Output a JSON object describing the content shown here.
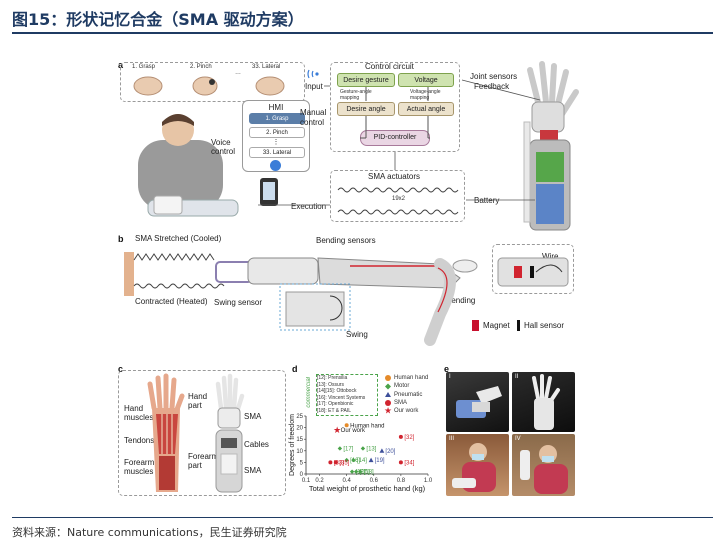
{
  "title": "图15：形状记忆合金（SMA 驱动方案）",
  "source": "资料来源：Nature communications，民生证券研究院",
  "panel_a": {
    "letter": "a",
    "gestures": [
      "1. Grasp",
      "2. Pinch",
      "…",
      "33. Lateral"
    ],
    "hmi_title": "HMI",
    "hmi_items": [
      "1. Grasp",
      "2. Pinch",
      "⋮",
      "33. Lateral"
    ],
    "voice_control": "Voice\ncontrol",
    "manual_control": "Manual\ncontrol",
    "input": "Input",
    "execution": "Execution",
    "control_circuit": "Control circuit",
    "desire_gesture": "Desire gesture",
    "voltage": "Voltage",
    "gesture_angle_mapping": "Gesture-angle\nmapping",
    "voltage_angle_mapping": "Voltage-angle\nmapping",
    "desire_angle": "Desire angle",
    "actual_angle": "Actual angle",
    "pid_controller": "PID-controller",
    "sma_actuators": "SMA actuators",
    "sma_count": "19x2",
    "joint_sensors": "Joint sensors",
    "feedback": "Feedback",
    "battery": "Battery"
  },
  "panel_b": {
    "letter": "b",
    "sma_stretched": "SMA Stretched (Cooled)",
    "contracted": "Contracted (Heated)",
    "bending_sensors": "Bending sensors",
    "swing_sensor": "Swing sensor",
    "swing": "Swing",
    "bending": "Bending",
    "wire": "Wire",
    "magnet": "Magnet",
    "hall_sensor": "Hall sensor"
  },
  "panel_c": {
    "letter": "c",
    "hand_muscles": "Hand\nmuscles",
    "tendons": "Tendons",
    "forearm_muscles": "Forearm\nmuscles",
    "hand_part": "Hand\npart",
    "forearm_part": "Forearm\npart",
    "sma_top": "SMA",
    "cables": "Cables",
    "sma_bottom": "SMA"
  },
  "panel_d": {
    "letter": "d",
    "commercial_label": "commercial",
    "commercial_list": [
      "[12]: Prensilia",
      "[13]: Ossurs",
      "[14][15]: Ottobock",
      "[16]: Vincent Systems",
      "[17]: Openbionic",
      "[18]: ET & PAIL"
    ],
    "legend_right": [
      "Human hand",
      "Motor",
      "Pneumatic",
      "SMA",
      "Our work"
    ]
  },
  "chart_data": {
    "type": "scatter",
    "title": "",
    "xlabel": "Total weight of prosthetic hand (kg)",
    "ylabel": "Degrees of freedom",
    "xlim": [
      0.1,
      1.0
    ],
    "ylim": [
      0,
      25
    ],
    "xticks": [
      0.1,
      0.2,
      0.4,
      0.6,
      0.8,
      1.0
    ],
    "yticks": [
      0,
      5,
      10,
      15,
      20,
      25
    ],
    "series": [
      {
        "name": "Human hand",
        "color": "#e58b2a",
        "marker": "circle",
        "points": [
          {
            "x": 0.4,
            "y": 21,
            "label": "Human hand"
          }
        ]
      },
      {
        "name": "Motor",
        "color": "#4aa34a",
        "marker": "diamond",
        "points": [
          {
            "x": 0.35,
            "y": 11,
            "label": "[17]"
          },
          {
            "x": 0.4,
            "y": 6,
            "label": "[16]"
          },
          {
            "x": 0.45,
            "y": 6,
            "label": "[14]"
          },
          {
            "x": 0.52,
            "y": 11,
            "label": "[13]"
          },
          {
            "x": 0.44,
            "y": 1,
            "label": "[12]"
          },
          {
            "x": 0.47,
            "y": 1,
            "label": "[15]"
          },
          {
            "x": 0.5,
            "y": 1,
            "label": "[18]"
          }
        ]
      },
      {
        "name": "Pneumatic",
        "color": "#3d4f9a",
        "marker": "triangle",
        "points": [
          {
            "x": 0.58,
            "y": 6,
            "label": "[19]"
          },
          {
            "x": 0.66,
            "y": 10,
            "label": "[20]"
          }
        ]
      },
      {
        "name": "SMA",
        "color": "#d1242f",
        "marker": "circle",
        "points": [
          {
            "x": 0.8,
            "y": 16,
            "label": "[32]"
          },
          {
            "x": 0.28,
            "y": 5,
            "label": "[33]"
          },
          {
            "x": 0.8,
            "y": 5,
            "label": "[34]"
          },
          {
            "x": 0.32,
            "y": 5,
            "label": "[35]"
          }
        ]
      },
      {
        "name": "Our work",
        "color": "#d1242f",
        "marker": "star",
        "points": [
          {
            "x": 0.33,
            "y": 19,
            "label": "Our work"
          }
        ]
      }
    ]
  },
  "panel_e": {
    "letter": "e",
    "photo_labels": [
      "I",
      "II",
      "III",
      "IV"
    ]
  }
}
